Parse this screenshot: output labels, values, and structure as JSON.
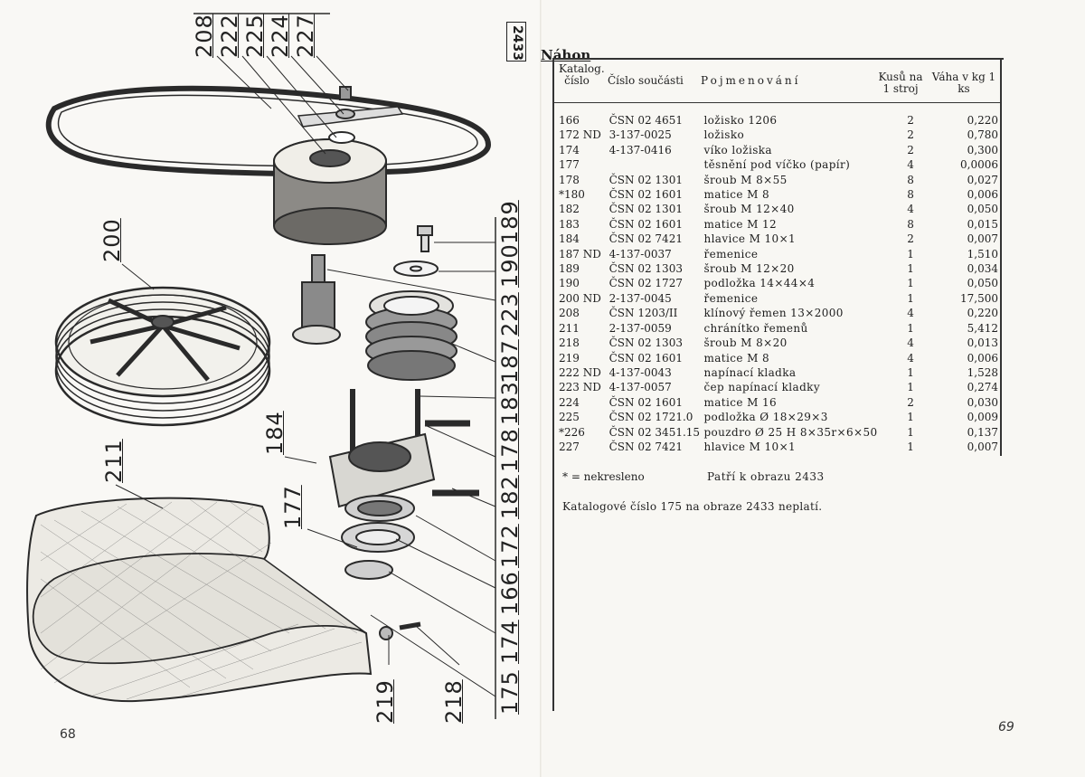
{
  "page_numbers": {
    "left": "68",
    "right": "69"
  },
  "figure_number": "2433",
  "section_title": "Náhon",
  "table_headers": {
    "katalog": "Katalog. číslo",
    "cislo_soucasti": "Číslo součásti",
    "pojmenovani": "Pojmenování",
    "kusu": "Kusů na 1 stroj",
    "vaha": "Váha v kg 1 ks"
  },
  "parts": [
    {
      "kat": "166",
      "cislo": "ČSN 02 4651",
      "nazev": "ložisko 1206",
      "kusu": "2",
      "vaha": "0,220"
    },
    {
      "kat": "172 ND",
      "cislo": "3-137-0025",
      "nazev": "ložisko",
      "kusu": "2",
      "vaha": "0,780"
    },
    {
      "kat": "174",
      "cislo": "4-137-0416",
      "nazev": "víko ložiska",
      "kusu": "2",
      "vaha": "0,300"
    },
    {
      "kat": "177",
      "cislo": "",
      "nazev": "těsnění pod víčko (papír)",
      "kusu": "4",
      "vaha": "0,0006"
    },
    {
      "kat": "178",
      "cislo": "ČSN 02 1301",
      "nazev": "šroub M 8×55",
      "kusu": "8",
      "vaha": "0,027"
    },
    {
      "kat": "*180",
      "cislo": "ČSN 02 1601",
      "nazev": "matice M 8",
      "kusu": "8",
      "vaha": "0,006"
    },
    {
      "kat": "182",
      "cislo": "ČSN 02 1301",
      "nazev": "šroub M 12×40",
      "kusu": "4",
      "vaha": "0,050"
    },
    {
      "kat": "183",
      "cislo": "ČSN 02 1601",
      "nazev": "matice M 12",
      "kusu": "8",
      "vaha": "0,015"
    },
    {
      "kat": "184",
      "cislo": "ČSN 02 7421",
      "nazev": "hlavice M 10×1",
      "kusu": "2",
      "vaha": "0,007"
    },
    {
      "kat": "187 ND",
      "cislo": "4-137-0037",
      "nazev": "řemenice",
      "kusu": "1",
      "vaha": "1,510"
    },
    {
      "kat": "189",
      "cislo": "ČSN 02 1303",
      "nazev": "šroub M 12×20",
      "kusu": "1",
      "vaha": "0,034"
    },
    {
      "kat": "190",
      "cislo": "ČSN 02 1727",
      "nazev": "podložka 14×44×4",
      "kusu": "1",
      "vaha": "0,050"
    },
    {
      "kat": "200 ND",
      "cislo": "2-137-0045",
      "nazev": "řemenice",
      "kusu": "1",
      "vaha": "17,500"
    },
    {
      "kat": "208",
      "cislo": "ČSN 1203/II",
      "nazev": "klínový řemen 13×2000",
      "kusu": "4",
      "vaha": "0,220"
    },
    {
      "kat": "211",
      "cislo": "2-137-0059",
      "nazev": "chránítko řemenů",
      "kusu": "1",
      "vaha": "5,412"
    },
    {
      "kat": "218",
      "cislo": "ČSN 02 1303",
      "nazev": "šroub M 8×20",
      "kusu": "4",
      "vaha": "0,013"
    },
    {
      "kat": "219",
      "cislo": "ČSN 02 1601",
      "nazev": "matice M 8",
      "kusu": "4",
      "vaha": "0,006"
    },
    {
      "kat": "222 ND",
      "cislo": "4-137-0043",
      "nazev": "napínací kladka",
      "kusu": "1",
      "vaha": "1,528"
    },
    {
      "kat": "223 ND",
      "cislo": "4-137-0057",
      "nazev": "čep napínací kladky",
      "kusu": "1",
      "vaha": "0,274"
    },
    {
      "kat": "224",
      "cislo": "ČSN 02 1601",
      "nazev": "matice M 16",
      "kusu": "2",
      "vaha": "0,030"
    },
    {
      "kat": "225",
      "cislo": "ČSN 02 1721.0",
      "nazev": "podložka Ø 18×29×3",
      "kusu": "1",
      "vaha": "0,009"
    },
    {
      "kat": "*226",
      "cislo": "ČSN 02 3451.15",
      "nazev": "pouzdro Ø 25 H 8×35r×6×50",
      "kusu": "1",
      "vaha": "0,137"
    },
    {
      "kat": "227",
      "cislo": "ČSN 02 7421",
      "nazev": "hlavice M 10×1",
      "kusu": "1",
      "vaha": "0,007"
    }
  ],
  "footnotes": {
    "asterisk": "* = nekresleno",
    "reference": "Patří k obrazu 2433",
    "note": "Katalogové číslo 175 na obraze 2433 neplatí."
  },
  "callouts": {
    "top": [
      "208",
      "222",
      "225",
      "224",
      "227"
    ],
    "c189": "189",
    "c190": "190",
    "c223": "223",
    "c187": "187",
    "c183": "183",
    "c178": "178",
    "c182": "182",
    "c172": "172",
    "c166": "166",
    "c174": "174",
    "c175": "175",
    "c200": "200",
    "c184": "184",
    "c211": "211",
    "c177": "177",
    "c219": "219",
    "c218": "218"
  }
}
